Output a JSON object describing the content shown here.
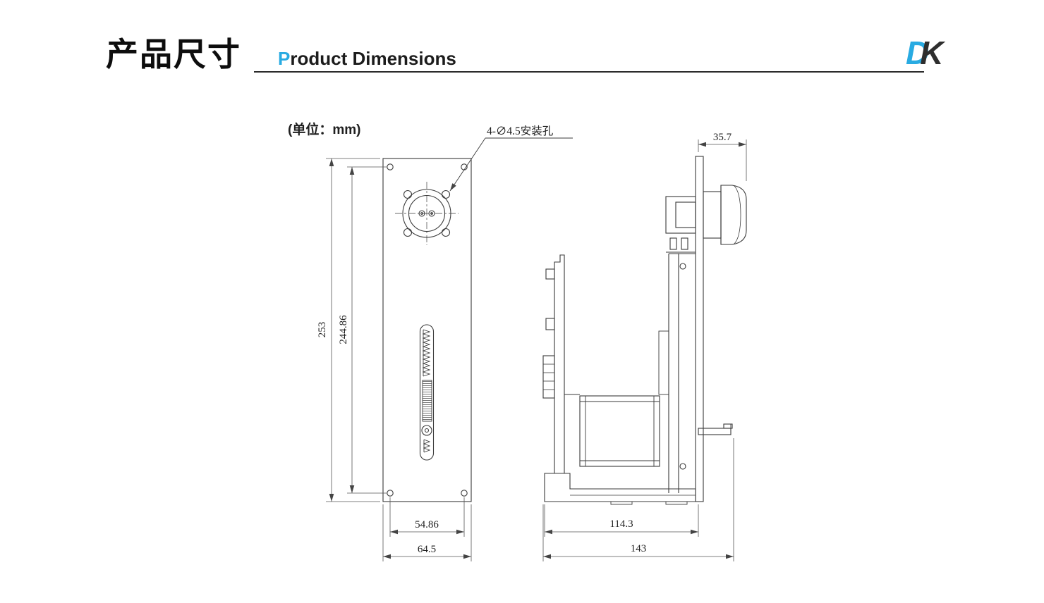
{
  "header": {
    "title_cn": "产品尺寸",
    "subtitle_first": "P",
    "subtitle_rest": "roduct Dimensions",
    "logo_d": "D",
    "logo_k": "K"
  },
  "drawing": {
    "unit_label": "(单位：mm)",
    "mounting_hole_note": "4-∅4.5安装孔",
    "front_view": {
      "overall_height": "253",
      "hole_span_height": "244.86",
      "hole_span_width": "54.86",
      "overall_width": "64.5"
    },
    "side_view": {
      "bezel_depth": "35.7",
      "body_depth": "114.3",
      "overall_depth": "143"
    }
  },
  "colors": {
    "accent": "#29abe2",
    "line": "#3a3a3a",
    "dim_line": "#444444"
  }
}
